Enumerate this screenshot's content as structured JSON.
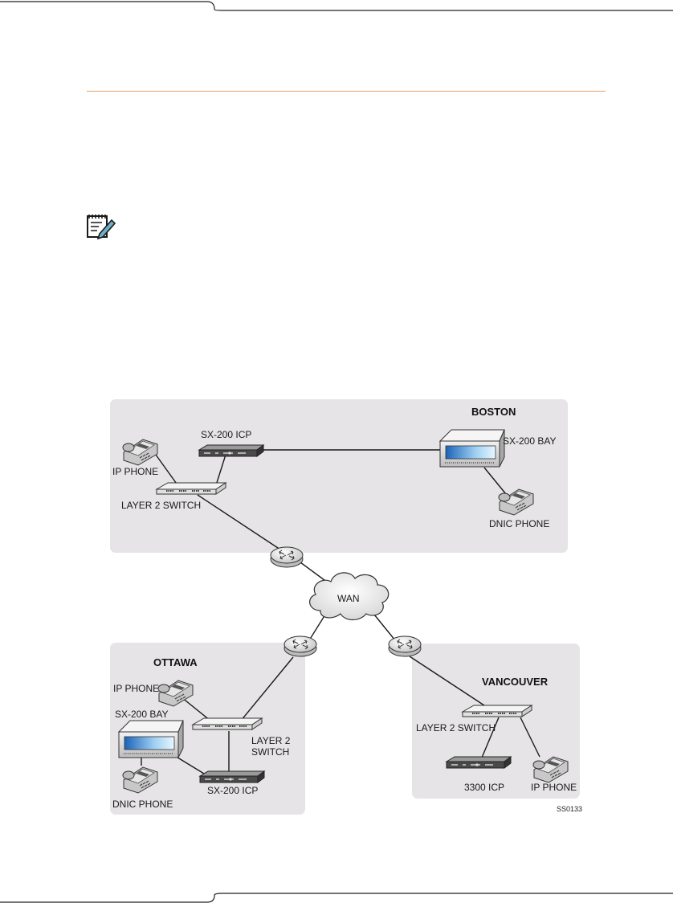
{
  "diagram": {
    "regions": {
      "boston": "BOSTON",
      "ottawa": "OTTAWA",
      "vancouver": "VANCOUVER"
    },
    "wan_label": "WAN",
    "labels": {
      "boston_icp": "SX-200 ICP",
      "boston_bay": "SX-200 BAY",
      "boston_ip_phone": "IP PHONE",
      "boston_switch": "LAYER 2 SWITCH",
      "boston_dnic_phone": "DNIC PHONE",
      "ottawa_ip_phone": "IP PHONE",
      "ottawa_bay": "SX-200 BAY",
      "ottawa_switch_line1": "LAYER 2",
      "ottawa_switch_line2": "SWITCH",
      "ottawa_icp": "SX-200 ICP",
      "ottawa_dnic_phone": "DNIC PHONE",
      "vancouver_switch": "LAYER 2 SWITCH",
      "vancouver_icp": "3300 ICP",
      "vancouver_ip_phone": "IP PHONE"
    },
    "figure_id": "SS0133"
  }
}
